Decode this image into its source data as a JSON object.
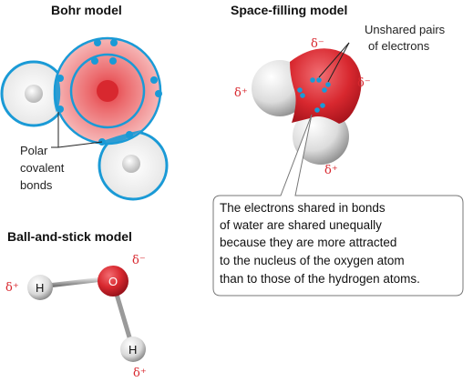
{
  "titles": {
    "bohr": "Bohr model",
    "space": "Space-filling model",
    "ballstick": "Ball-and-stick model"
  },
  "bohr": {
    "label_lines": [
      "Polar",
      "covalent",
      "bonds"
    ]
  },
  "space": {
    "label_lines": [
      "Unshared pairs",
      "of electrons"
    ],
    "charges": [
      "δ⁻",
      "δ⁻",
      "δ⁺",
      "δ⁺"
    ]
  },
  "callout": {
    "lines": [
      "The electrons shared in bonds",
      "of water are shared unequally",
      "because they are more attracted",
      "to the nucleus of the oxygen atom",
      "than to those of the hydrogen atoms."
    ]
  },
  "ballstick": {
    "atom_labels": [
      "H",
      "O",
      "H"
    ],
    "charges": [
      "δ⁺",
      "δ⁻",
      "δ⁺"
    ]
  },
  "colors": {
    "oxygen_red": "#d8282f",
    "electron_blue": "#1a9ad6",
    "delta_red": "#d8282f"
  }
}
